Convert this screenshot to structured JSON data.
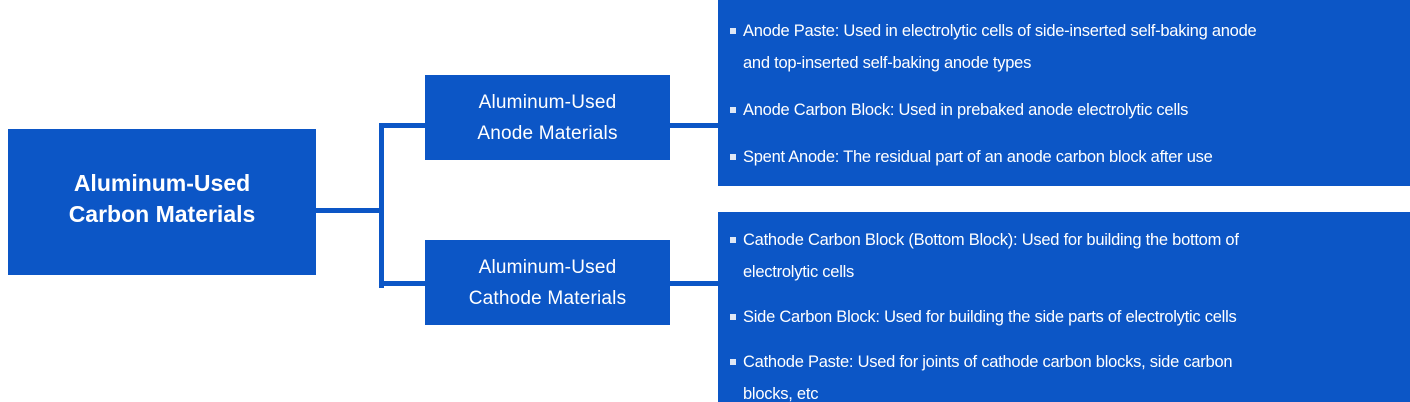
{
  "colors": {
    "primary_blue": "#0C56C6",
    "text_on_blue": "#FFFFFF",
    "bullet": "#DFE7F5",
    "background": "#FFFFFF"
  },
  "root": {
    "lines": [
      "Aluminum-Used",
      "Carbon Materials"
    ]
  },
  "branches": [
    {
      "node": {
        "lines": [
          "Aluminum-Used",
          "Anode Materials"
        ]
      },
      "details": [
        {
          "lines": [
            "Anode Paste: Used in electrolytic cells of side-inserted self-baking anode",
            "and top-inserted self-baking anode types"
          ]
        },
        {
          "lines": [
            "Anode Carbon Block: Used in prebaked anode electrolytic cells"
          ]
        },
        {
          "lines": [
            "Spent Anode: The residual part of an anode carbon block after use"
          ]
        }
      ]
    },
    {
      "node": {
        "lines": [
          "Aluminum-Used",
          "Cathode Materials"
        ]
      },
      "details": [
        {
          "lines": [
            "Cathode Carbon Block (Bottom Block): Used for building the bottom of",
            "electrolytic cells"
          ]
        },
        {
          "lines": [
            "Side Carbon Block: Used for building the side parts of electrolytic cells"
          ]
        },
        {
          "lines": [
            "Cathode Paste: Used for joints of cathode carbon blocks, side carbon",
            "blocks, etc"
          ]
        }
      ]
    }
  ]
}
